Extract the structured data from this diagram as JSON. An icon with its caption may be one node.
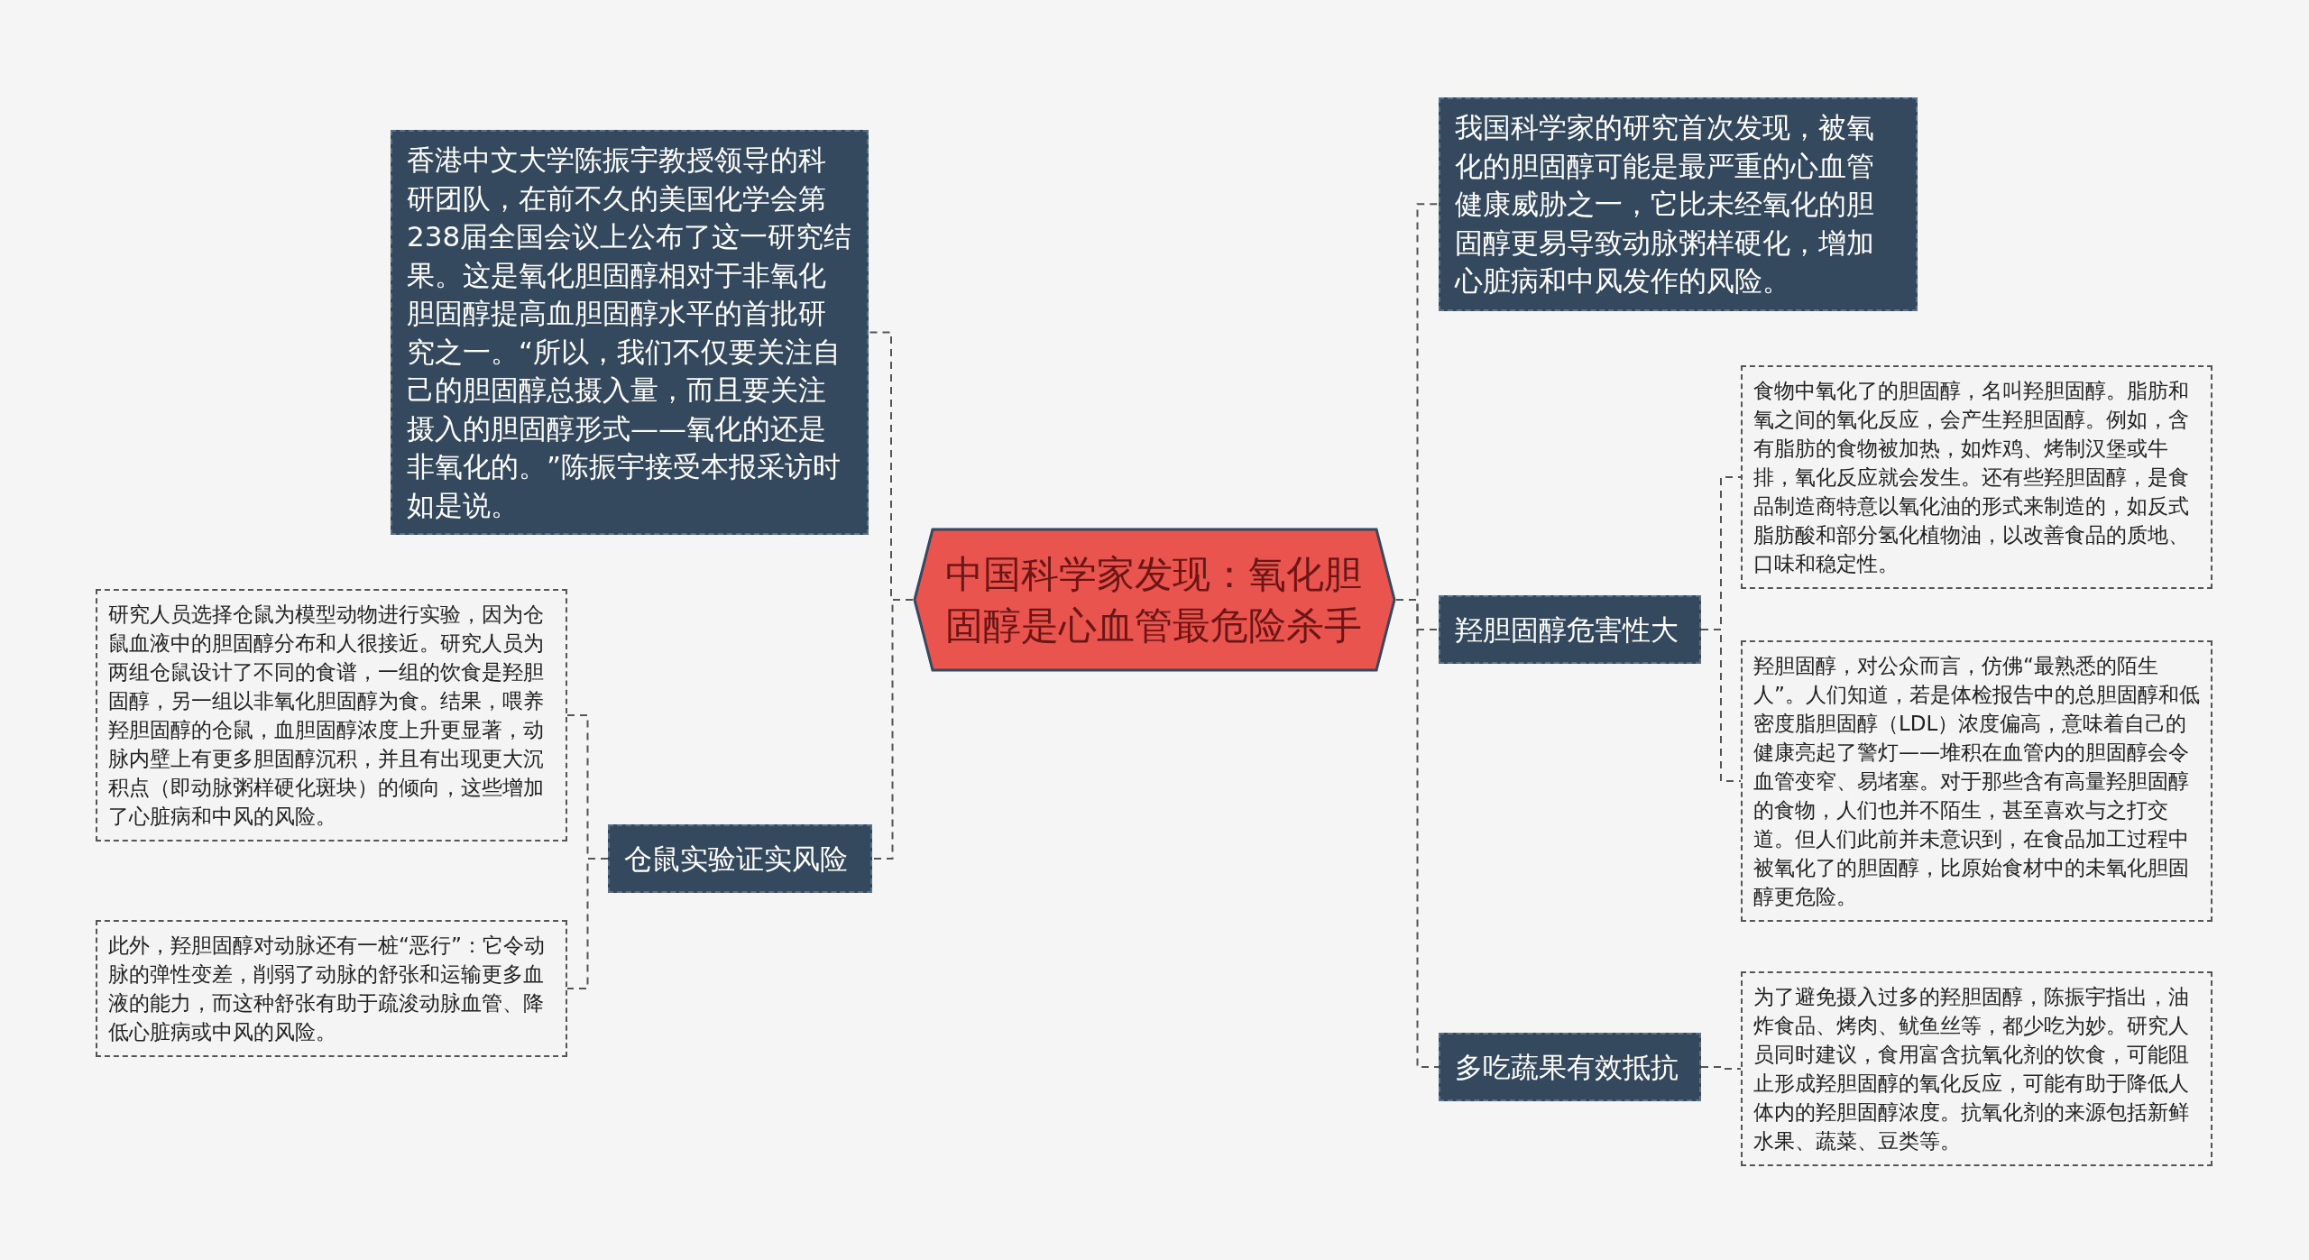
{
  "diagram": {
    "nodes": [
      {
        "text": [
          "中国科学家发现：氧化胆固醇是心血管最危险杀手"
        ]
      },
      {
        "text": [
          "香港中文大学陈振宇教授领导的科研团队，在前不久的美国化学会第238届全国会议上公布了这一研究结果。这是氧化胆固醇相对于非氧化胆固醇提高血胆固醇水平的首批研究之一。“所以，我们不仅要关注自己的胆固醇总摄入量，而且要关注摄入的胆固醇形式——氧化的还是非氧化的。”陈振宇接受本报采访时如是说。"
        ]
      },
      {
        "text": [
          "仓鼠实验证实风险"
        ]
      },
      {
        "text": [
          "研究人员选择仓鼠为模型动物进行实验，因为仓鼠血液中的胆固醇分布和人很接近。研究人员为两组仓鼠设计了不同的食谱，一组的饮食是羟胆固醇，另一组以非氧化胆固醇为食。结果，喂养羟胆固醇的仓鼠，血胆固醇浓度上升更显著，动脉内壁上有更多胆固醇沉积，并且有出现更大沉积点（即动脉粥样硬化斑块）的倾向，这些增加了心脏病和中风的风险。"
        ]
      },
      {
        "text": [
          "此外，羟胆固醇对动脉还有一桩“恶行”：它令动脉的弹性变差，削弱了动脉的舒张和运输更多血液的能力，而这种舒张有助于疏浚动脉血管、降低心脏病或中风的风险。"
        ]
      },
      {
        "text": [
          "我国科学家的研究首次发现，被氧化的胆固醇可能是最严重的心血管健康威胁之一，它比未经氧化的胆固醇更易导致动脉粥样硬化，增加心脏病和中风发作的风险。"
        ]
      },
      {
        "text": [
          "羟胆固醇危害性大"
        ]
      },
      {
        "text": [
          "食物中氧化了的胆固醇，名叫羟胆固醇。脂肪和氧之间的氧化反应，会产生羟胆固醇。例如，含有脂肪的食物被加热，如炸鸡、烤制汉堡或牛排，氧化反应就会发生。还有些羟胆固醇，是食品制造商特意以氧化油的形式来制造的，如反式脂肪酸和部分氢化植物油，以改善食品的质地、口味和稳定性。"
        ]
      },
      {
        "text": [
          "羟胆固醇，对公众而言，仿佛“最熟悉的陌生人”。人们知道，若是体检报告中的总胆固醇和低密度脂胆固醇（LDL）浓度偏高，意味着自己的健康亮起了警灯——堆积在血管内的胆固醇会令血管变窄、易堵塞。对于那些含有高量羟胆固醇的食物，人们也并不陌生，甚至喜欢与之打交道。但人们此前并未意识到，在食品加工过程中被氧化了的胆固醇，比原始食材中的未氧化胆固醇更危险。"
        ]
      },
      {
        "text": [
          "多吃蔬果有效抵抗"
        ]
      },
      {
        "text": [
          "为了避免摄入过多的羟胆固醇，陈振宇指出，油炸食品、烤肉、鱿鱼丝等，都少吃为妙。研究人员同时建议，食用富含抗氧化剂的饮食，可能阻止形成羟胆固醇的氧化反应，可能有助于降低人体内的羟胆固醇浓度。抗氧化剂的来源包括新鲜水果、蔬菜、豆类等。"
        ]
      }
    ],
    "edges": [
      {
        "from": 0,
        "to": 1,
        "arrow": "none",
        "style": "dashed"
      },
      {
        "from": 0,
        "to": 2,
        "arrow": "none",
        "style": "dashed"
      },
      {
        "from": 2,
        "to": 3,
        "arrow": "none",
        "style": "dashed"
      },
      {
        "from": 2,
        "to": 4,
        "arrow": "none",
        "style": "dashed"
      },
      {
        "from": 0,
        "to": 5,
        "arrow": "none",
        "style": "dashed"
      },
      {
        "from": 0,
        "to": 6,
        "arrow": "none",
        "style": "dashed"
      },
      {
        "from": 6,
        "to": 7,
        "arrow": "none",
        "style": "dashed"
      },
      {
        "from": 6,
        "to": 8,
        "arrow": "none",
        "style": "dashed"
      },
      {
        "from": 0,
        "to": 9,
        "arrow": "none",
        "style": "dashed"
      },
      {
        "from": 9,
        "to": 10,
        "arrow": "none",
        "style": "dashed"
      }
    ]
  }
}
